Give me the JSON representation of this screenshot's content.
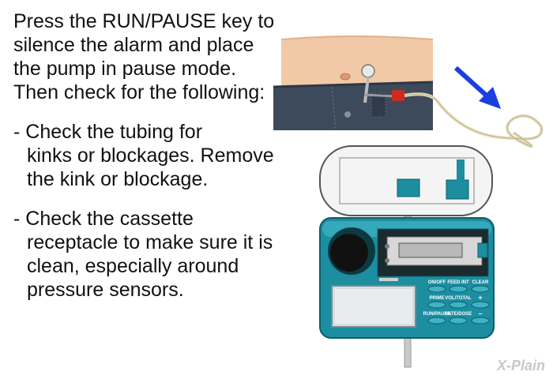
{
  "text": {
    "intro": "Press the RUN/PAUSE key to silence the alarm and place the pump in pause mode. Then check for the following:",
    "bullet1_line1": "- Check the tubing for",
    "bullet1_rest": "kinks or blockages. Remove the kink or blockage.",
    "bullet2_line1": "- Check the cassette",
    "bullet2_rest": "receptacle to make sure it is clean, especially around pressure sensors."
  },
  "pump": {
    "buttons": {
      "onoff": "ON/OFF",
      "feed_int": "FEED INT",
      "clear": "CLEAR",
      "prime": "PRIME",
      "vol_total": "VOL/TOTAL",
      "plus": "+",
      "run_pause": "RUN/PAUSE",
      "rate_dose": "RATE/DOSE",
      "minus": "–"
    }
  },
  "logo": "X-Plain",
  "colors": {
    "pump_body": "#1c8ea0",
    "arrow": "#1a3ee0",
    "skin": "#f2c9a6",
    "jeans": "#3d4a5c",
    "tubing": "#e6dfbf"
  },
  "icons": {
    "arrow": "pointer-arrow-icon",
    "pump": "feeding-pump-illustration",
    "belly": "abdomen-illustration"
  }
}
